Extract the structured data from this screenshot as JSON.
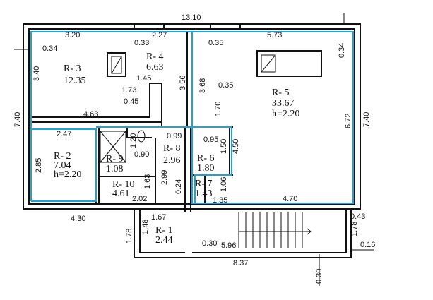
{
  "title": "Floor plan",
  "accent_color": "#1aa3df",
  "rooms": [
    {
      "id": "R- 1",
      "area": "2.44"
    },
    {
      "id": "R- 2",
      "area": "7.04",
      "height": "h=2.20"
    },
    {
      "id": "R- 3",
      "area": "12.35"
    },
    {
      "id": "R- 4",
      "area": "6.63"
    },
    {
      "id": "R- 5",
      "area": "33.67",
      "height": "h=2.20"
    },
    {
      "id": "R- 6",
      "area": "1.80"
    },
    {
      "id": "R- 7",
      "area": "1.43"
    },
    {
      "id": "R- 8",
      "area": "2.96"
    },
    {
      "id": "R- 9",
      "area": "1.08"
    },
    {
      "id": "R- 10",
      "area": "4.61"
    }
  ],
  "dims": {
    "total_width": "13.10",
    "left_height": "7.40",
    "right_height": "7.40",
    "r3_top": "3.20",
    "r3_left_off": "0.34",
    "r3_height": "3.40",
    "r3_bottom": "4.63",
    "r3_step": "1.73",
    "r3_step2": "1.45",
    "r3_step3": "0.45",
    "r4_top": "2.27",
    "r4_off": "0.33",
    "r4_height": "3.56",
    "r5_off": "0.35",
    "r5_top": "5.73",
    "r5_side": "0.34",
    "r5_height": "6.72",
    "r5_left": "3.68",
    "r5_wall": "0.35",
    "r5_wall_len": "1.70",
    "r5_bottom": "4.70",
    "r2_top": "2.47",
    "r2_height": "2.85",
    "r9_a": "1.20",
    "r9_b": "0.90",
    "r10_h": "1.63",
    "r10_w": "2.02",
    "r8_w": "0.99",
    "r8_h": "2.99",
    "r8_b": "0.24",
    "r6_w": "0.95",
    "r6_h": "1.50",
    "r6_side": "4.50",
    "r7_h": "1.06",
    "r7_w": "1.35",
    "bottom_left": "4.30",
    "r1_w": "1.67",
    "r1_h": "1.48",
    "annex_h": "1.78",
    "annex_off": "0.30",
    "annex_in": "5.96",
    "annex_w": "8.37",
    "annex_r": "0.43",
    "annex_rh": "1.78",
    "annex_rr": "0.16",
    "annex_bot": "0.30"
  }
}
